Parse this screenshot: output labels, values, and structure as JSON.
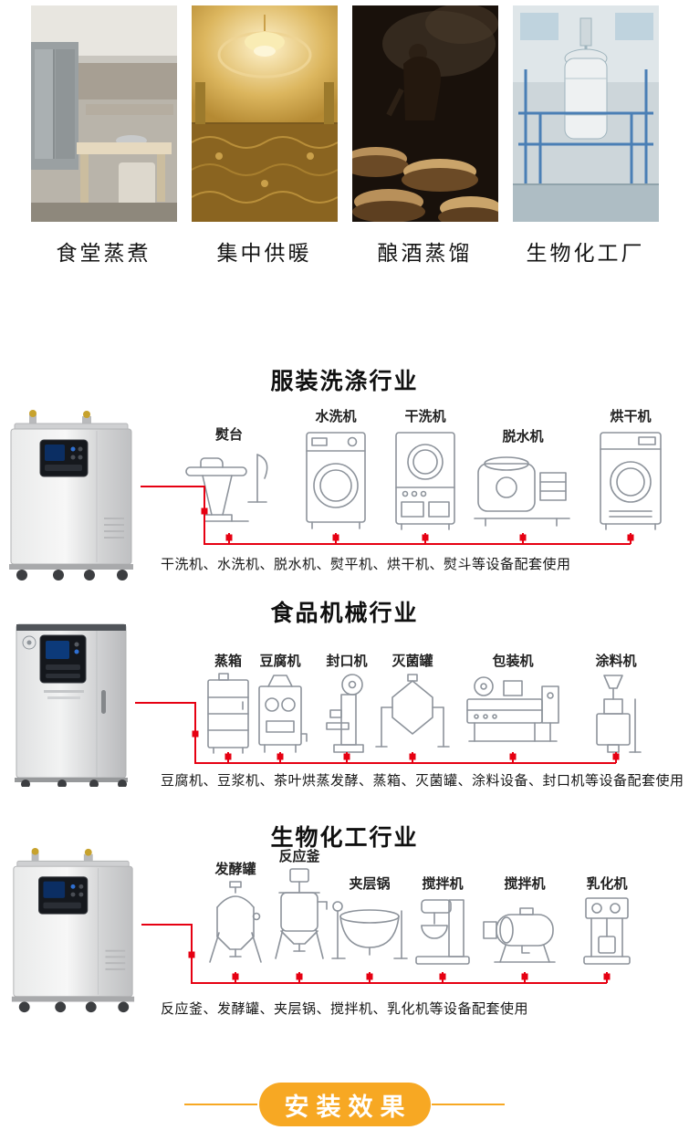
{
  "photo_strip": {
    "items": [
      {
        "caption": "食堂蒸煮"
      },
      {
        "caption": "集中供暖"
      },
      {
        "caption": "酿酒蒸馏"
      },
      {
        "caption": "生物化工厂"
      }
    ]
  },
  "sections": [
    {
      "title": "服装洗涤行业",
      "equipment": [
        "熨台",
        "水洗机",
        "干洗机",
        "脱水机",
        "烘干机"
      ],
      "caption": "干洗机、水洗机、脱水机、熨平机、烘干机、熨斗等设备配套使用"
    },
    {
      "title": "食品机械行业",
      "equipment": [
        "蒸箱",
        "豆腐机",
        "封口机",
        "灭菌罐",
        "包装机",
        "涂料机"
      ],
      "caption": "豆腐机、豆浆机、茶叶烘蒸发酵、蒸箱、灭菌罐、涂料设备、封口机等设备配套使用"
    },
    {
      "title": "生物化工行业",
      "equipment": [
        "发酵罐",
        "反应釜",
        "夹层锅",
        "搅拌机",
        "搅拌机",
        "乳化机"
      ],
      "caption": "反应釜、发酵罐、夹层锅、搅拌机、乳化机等设备配套使用"
    }
  ],
  "banner": {
    "label": "安装效果"
  },
  "colors": {
    "line_red": "#e60012",
    "banner_orange": "#f7a823"
  }
}
